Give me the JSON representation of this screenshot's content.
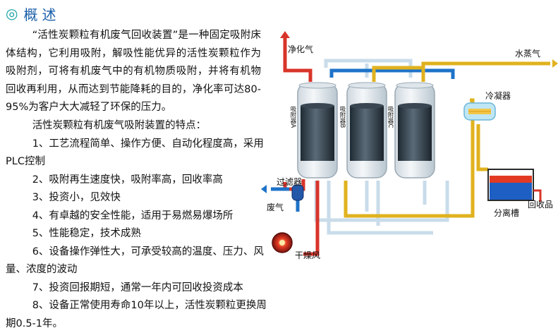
{
  "heading": {
    "mark": "◎",
    "title": "概述"
  },
  "intro": "“活性炭颗粒有机废气回收装置”是一种固定吸附床体结构，它利用吸附，解吸性能优异的活性炭颗粒作为吸附剂，可将有机废气中的有机物质吸附，并将有机物回收再利用，从而达到节能降耗的目的，净化率可达80-95%为客户大大减轻了环保的压力。",
  "features": {
    "subtitle": "活性炭颗粒有机废气吸附装置的特点：",
    "items": [
      "1、工艺流程简单、操作方便、自动化程度高，采用PLC控制",
      "2、吸附再生速度快，吸附率高，回收率高",
      "3、投资小，见效快",
      "4、有卓越的安全性能，适用于易燃易爆场所",
      "5、性能稳定，技术成熟",
      "6、设备操作弹性大，可承受较高的温度、压力、风量、浓度的波动",
      "7、投资回报期短，通常一年内可回收投资成本",
      "8、设备正常使用寿命10年以上，活性炭颗粒更换周期0.5-1年。"
    ]
  },
  "diagram": {
    "labels": {
      "clean_gas": "净化气",
      "steam": "水蒸气",
      "condenser": "冷凝器",
      "filter": "过滤器",
      "waste_gas": "废气",
      "recovered": "回收品",
      "separator": "分离槽",
      "dry_air": "干燥风"
    },
    "adsorbers": [
      "吸附器A",
      "吸附器B",
      "吸附器C"
    ]
  },
  "colors": {
    "title": "#1a5ea8",
    "mark": "#16a0a0",
    "pipe_red": "#d8342a",
    "pipe_blue": "#1e73c8",
    "pipe_yellow": "#e0b21e",
    "pipe_light": "#c9dcea"
  }
}
